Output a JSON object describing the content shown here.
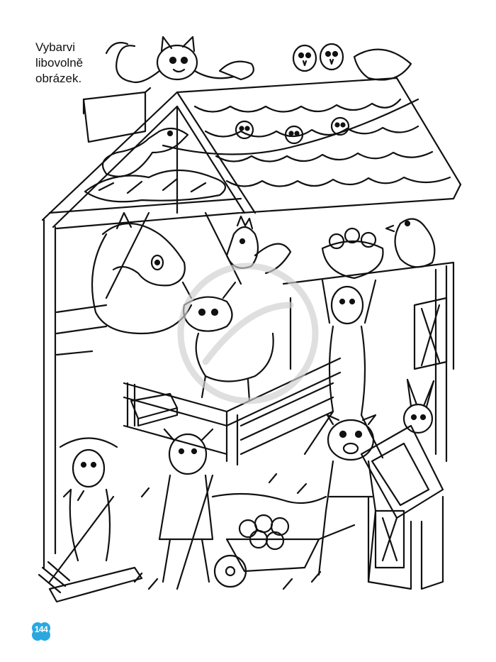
{
  "instruction": {
    "line1": "Vybarvi",
    "line2": "libovolně",
    "line3": "obrázek."
  },
  "page": {
    "number": "144",
    "badge_color": "#29a8e0"
  },
  "illustration": {
    "subject_icons": [
      "barn",
      "cat-icon",
      "bird-icon",
      "horse-icon",
      "goat-icon",
      "rooster-icon",
      "pig-icon",
      "rabbit-icon",
      "duck-icon",
      "wheelbarrow-icon",
      "rake-icon",
      "basket-icon"
    ],
    "line_color": "#111111"
  }
}
